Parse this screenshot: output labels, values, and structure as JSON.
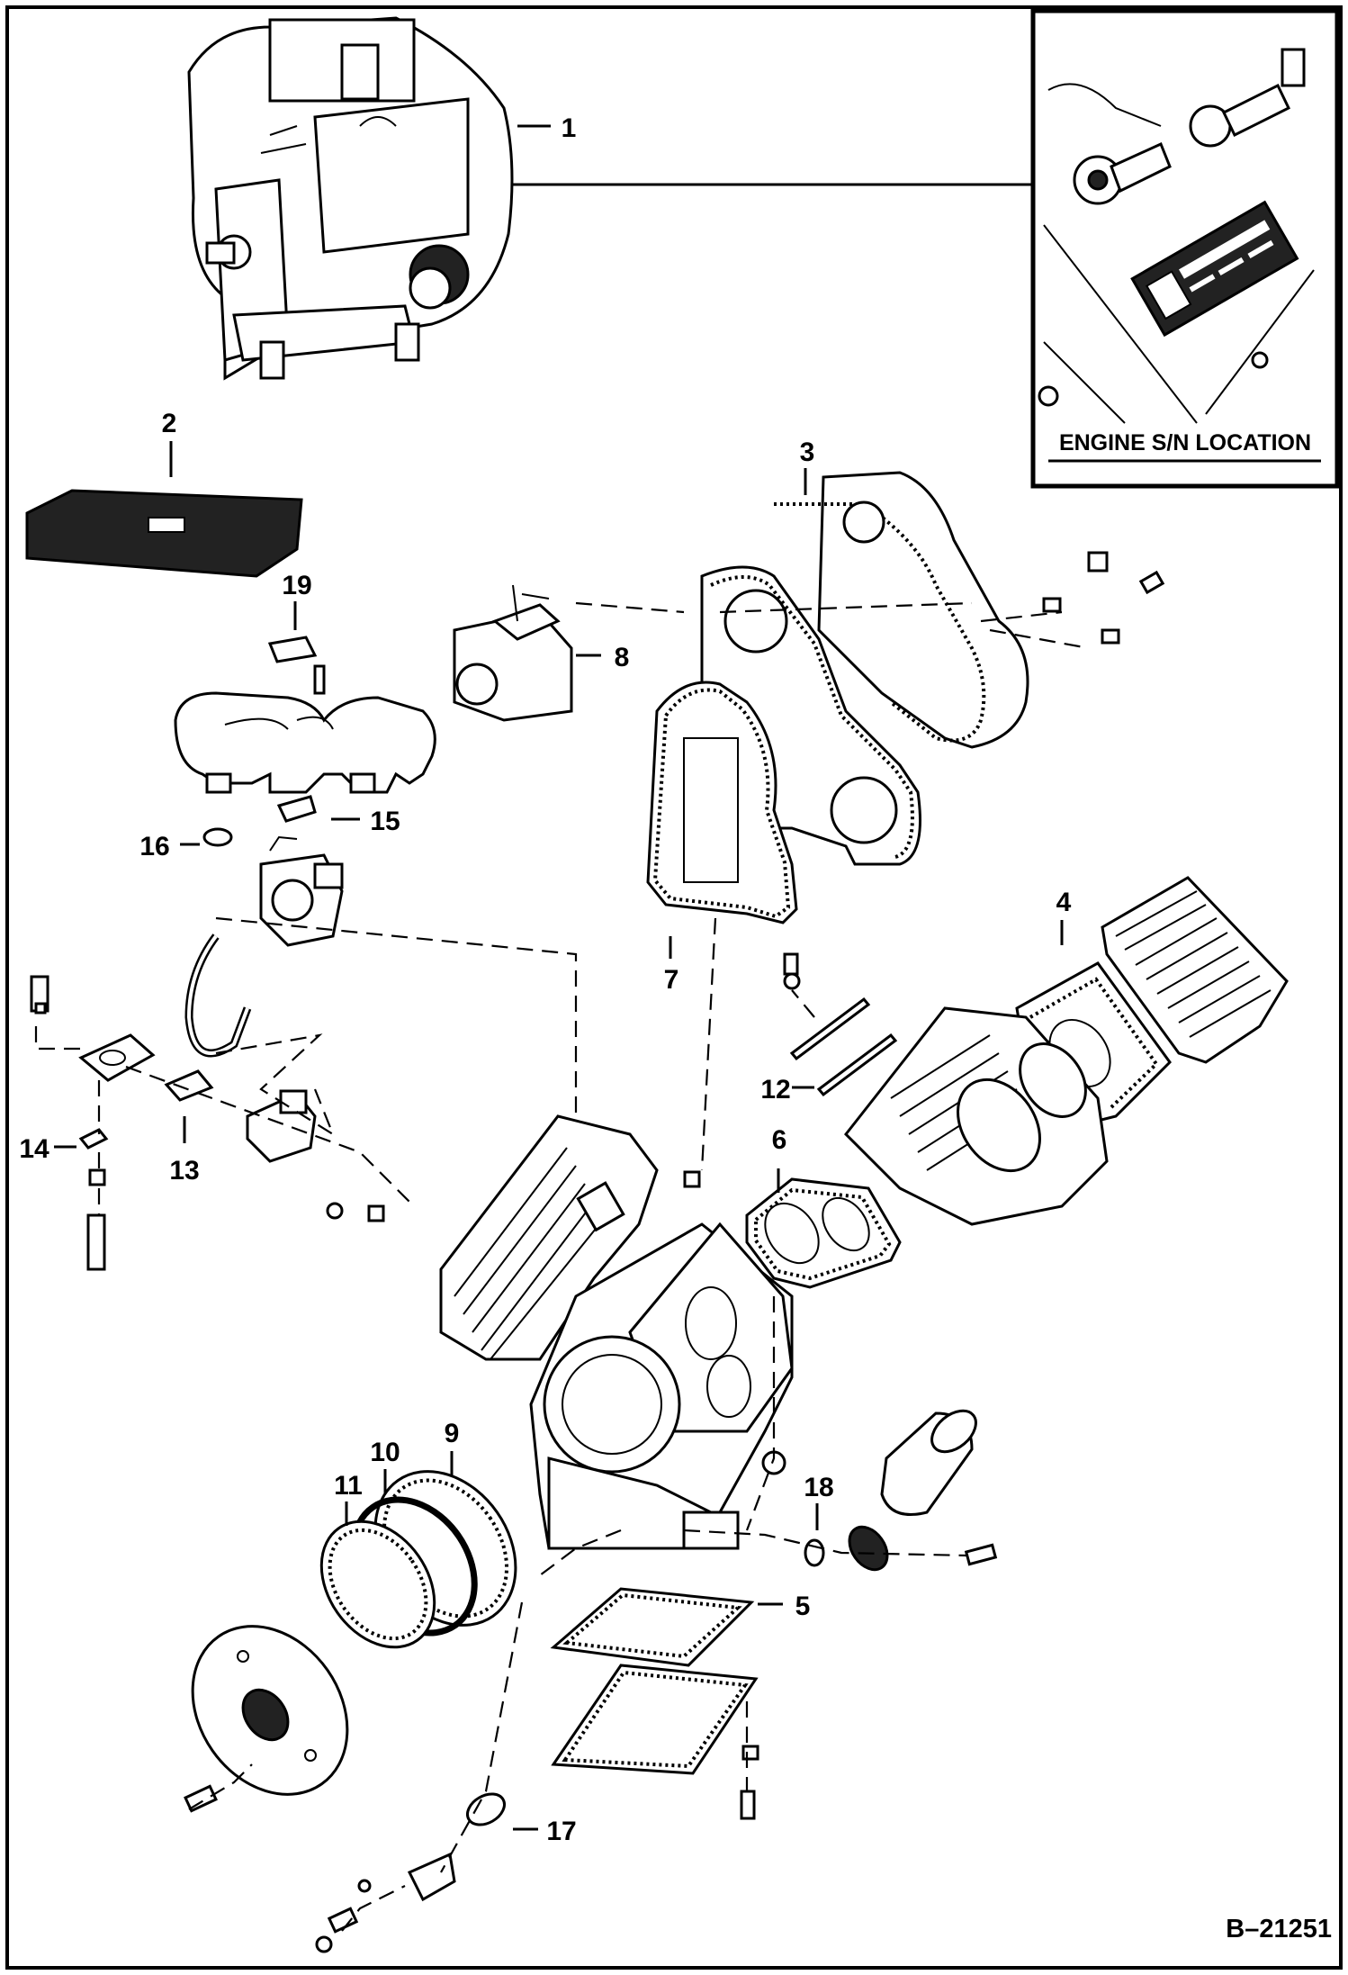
{
  "callouts": [
    "1",
    "2",
    "3",
    "4",
    "5",
    "6",
    "7",
    "8",
    "9",
    "10",
    "11",
    "12",
    "13",
    "14",
    "15",
    "16",
    "17",
    "18",
    "19"
  ],
  "inset": {
    "title": "ENGINE S/N LOCATION"
  },
  "figure_id": "B–21251"
}
